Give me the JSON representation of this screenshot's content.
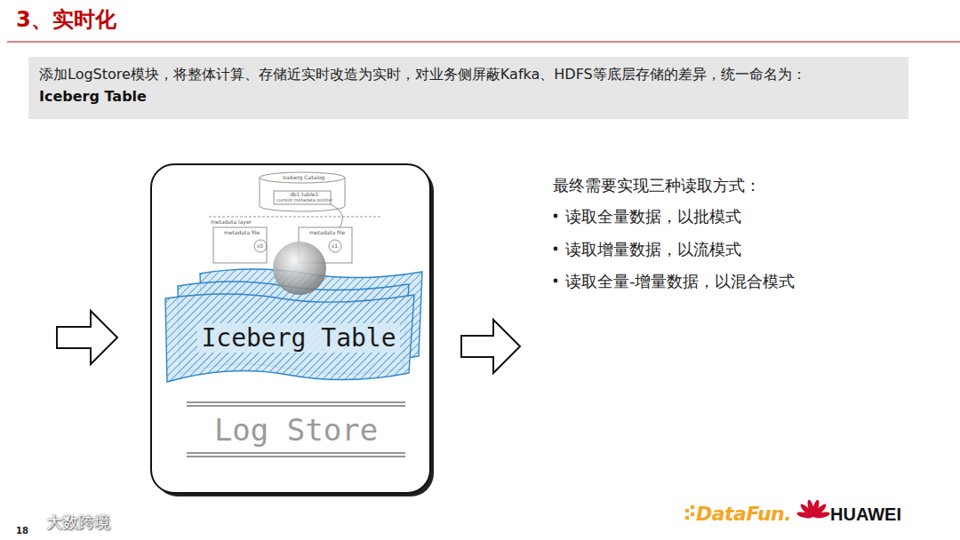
{
  "diagram": {
    "title": "3、实时化",
    "nodes": [
      {
        "text": [
          "添加LogStore模块，将整体计算、存储近实时改造为实时，对业务侧屏蔽Kafka、HDFS等底层存储的差异，统一命名为：",
          "Iceberg Table"
        ]
      },
      {
        "text": [
          "Iceberg Table"
        ]
      },
      {
        "text": [
          "Log Store"
        ]
      }
    ],
    "labels": [
      "最终需要实现三种读取方式：",
      "读取全量数据，以批模式",
      "读取增量数据，以流模式",
      "读取全量-增量数据，以混合模式",
      "Iceberg Catalog",
      "db1.table1",
      "current metadata pointer",
      "metadata layer",
      "metadata file",
      "metadata file",
      "s0",
      "s1",
      "18",
      "大数跨境",
      "DataFun.",
      "HUAWEI"
    ]
  }
}
